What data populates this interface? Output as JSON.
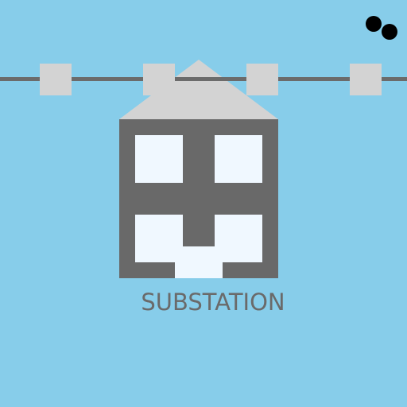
{
  "scene": {
    "background_color": "#87cdea",
    "building": {
      "label": "SUBSTATION",
      "wall_color": "#696969",
      "roof_color": "#d3d3d3",
      "window_color": "#f0f8ff",
      "window_count": 4,
      "has_door": true
    },
    "power_line": {
      "wire_color": "#6b6b6b",
      "insulator_color": "#d3d3d3",
      "insulator_count": 4
    },
    "corner_dots": {
      "color": "#000000",
      "count": 2
    }
  }
}
